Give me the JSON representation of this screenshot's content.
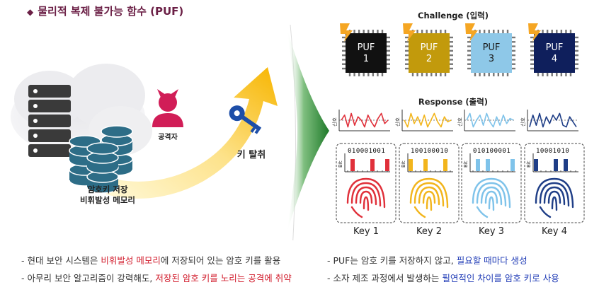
{
  "title": "물리적 복제 불가능 함수 (PUF)",
  "left": {
    "memory_label_1": "암호키 저장",
    "memory_label_2": "비휘발성 메모리",
    "attacker_label": "공격자",
    "key_theft_label": "키 탈취"
  },
  "right": {
    "challenge_title": "Challenge (입력)",
    "response_title": "Response (출력)",
    "chips": [
      {
        "line1": "PUF",
        "line2": "1",
        "color": "#111111",
        "text_color": "#ffffff"
      },
      {
        "line1": "PUF",
        "line2": "2",
        "color": "#c29a0c",
        "text_color": "#ffffff"
      },
      {
        "line1": "PUF",
        "line2": "3",
        "color": "#8ec8e8",
        "text_color": "#1a1a1a"
      },
      {
        "line1": "PUF",
        "line2": "4",
        "color": "#0f1f5c",
        "text_color": "#ffffff"
      }
    ],
    "signal_axis": "신호",
    "bit_axis": "Bit",
    "keys": [
      {
        "bits": "010001001",
        "color": "#e0303a",
        "label": "Key 1",
        "highlight": [
          1,
          5,
          8
        ]
      },
      {
        "bits": "100100010",
        "color": "#f2b51c",
        "label": "Key 2",
        "highlight": [
          0,
          3,
          7
        ]
      },
      {
        "bits": "010100001",
        "color": "#7fc3ea",
        "label": "Key 3",
        "highlight": [
          1,
          3,
          8
        ]
      },
      {
        "bits": "10001010",
        "color": "#1f3e87",
        "label": "Key 4",
        "highlight": [
          0,
          4,
          6
        ]
      }
    ]
  },
  "notes_left": {
    "line1_a": "- 현대 보안 시스템은 ",
    "line1_b": "비휘발성 메모리",
    "line1_c": "에 저장되어 있는 암호 키를 활용",
    "line2_a": "- 아무리 보안 알고리즘이 강력해도, ",
    "line2_b": "저장된 암호 키를 노리는 공격에 취약"
  },
  "notes_right": {
    "line1_a": "- PUF는 암호 키를 저장하지 않고, ",
    "line1_b": "필요할 때마다 생성",
    "line2_a": "- 소자 제조 과정에서 발생하는 ",
    "line2_b": "필연적인 차이를 암호 키로 사용"
  }
}
